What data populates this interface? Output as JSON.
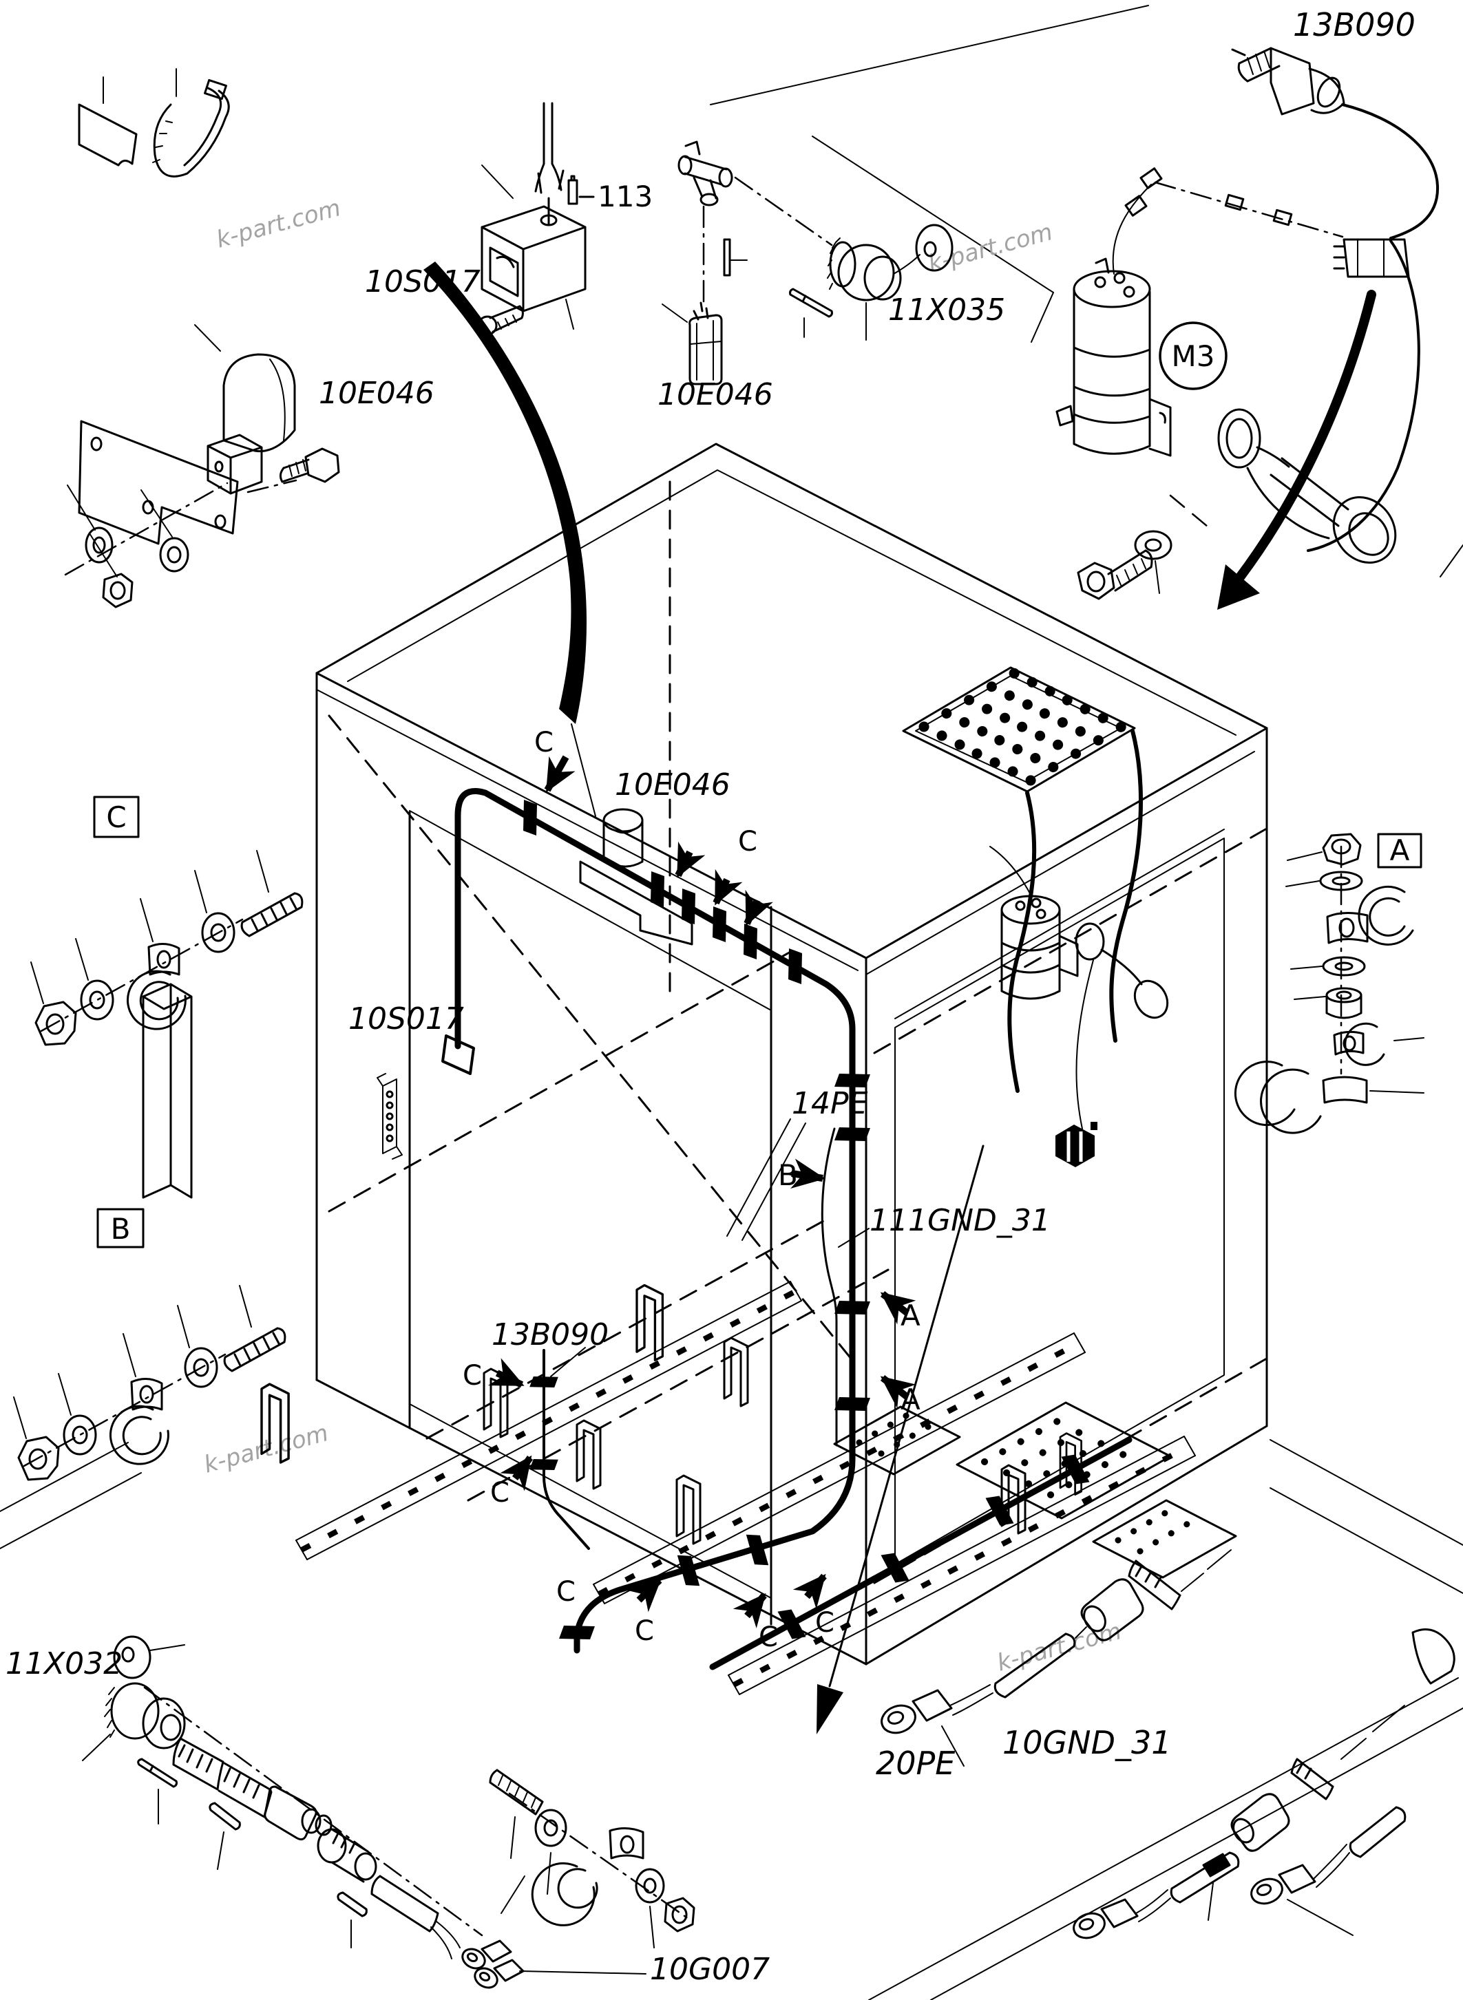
{
  "diagram": {
    "type": "exploded-parts-diagram",
    "background": "#ffffff",
    "line_color": "#000000",
    "watermark": {
      "text": "k-part.com",
      "color": "#a3a3a3"
    },
    "part_labels": {
      "sensor_top_right": "13B090",
      "pin_callout": "113",
      "solenoid_top": "10S017",
      "connector_round": "11X035",
      "plug_connector": "10E046",
      "beacon_bracket": "10E046",
      "beacon_roof": "10E046",
      "motor_circle": "M3",
      "solenoid_mid": "10S017",
      "wire_14pe": "14PE",
      "wire_111gnd": "111GND_31",
      "harness_drop": "13B090",
      "connector_bottom_left": "11X032",
      "wire_20pe": "20PE",
      "wire_10gnd": "10GND_31",
      "ground_terminal": "10G007"
    },
    "section_callouts": {
      "a": "A",
      "b": "B",
      "c": "C"
    }
  }
}
